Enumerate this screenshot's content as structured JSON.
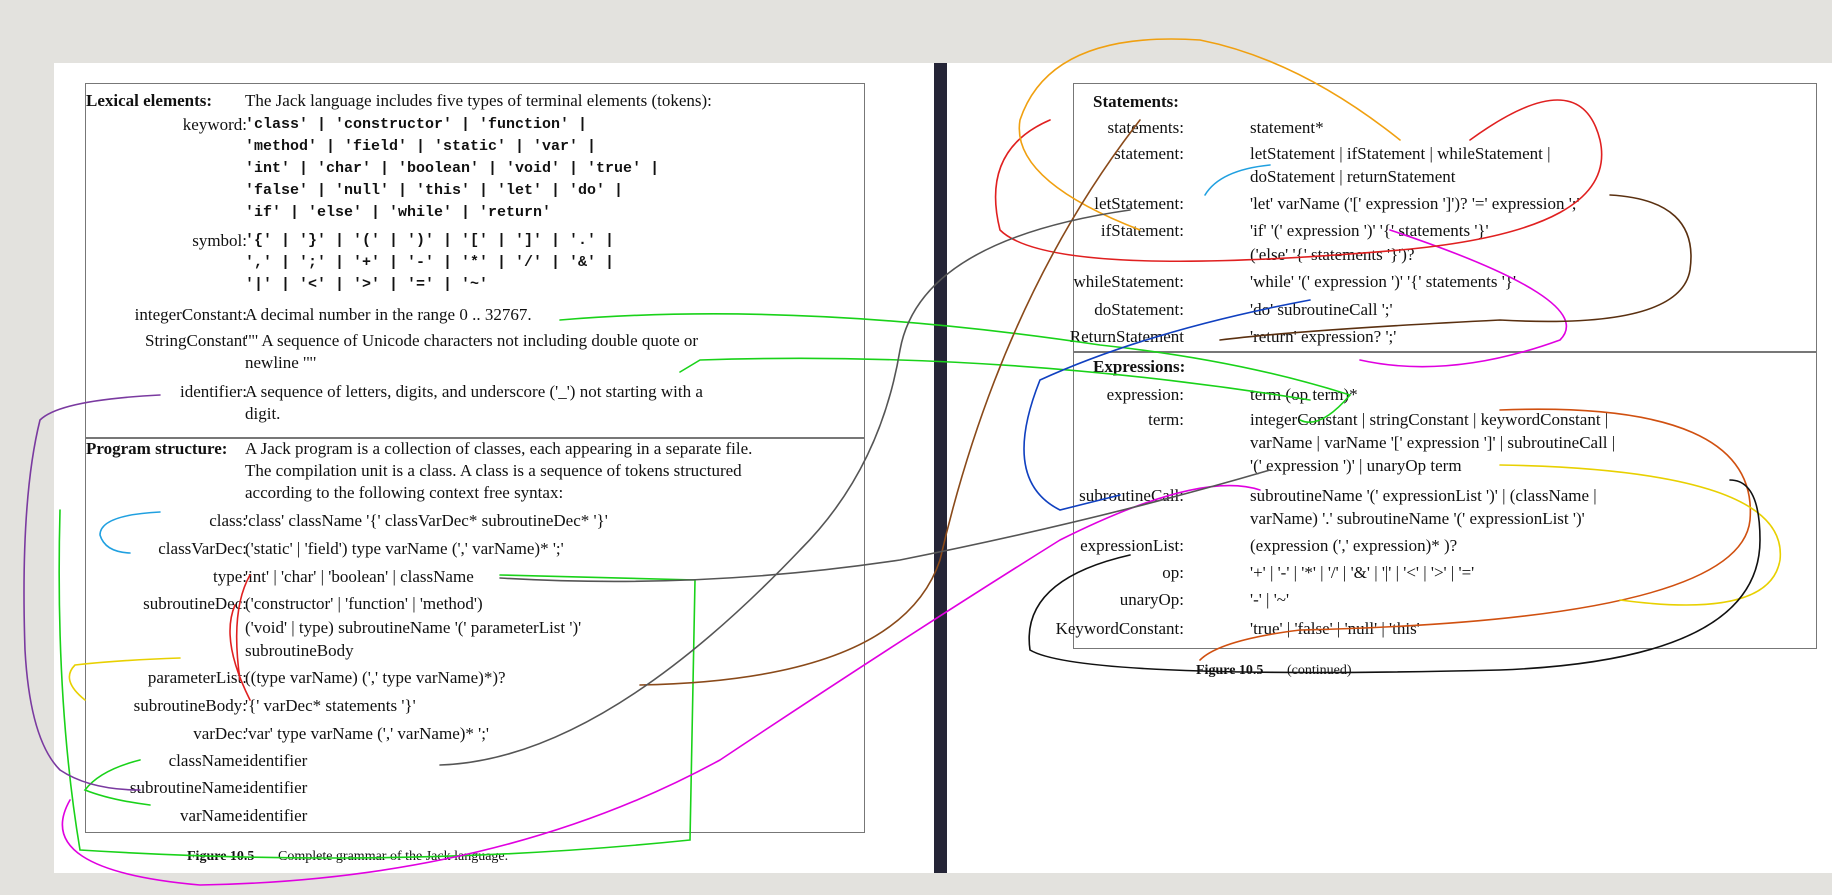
{
  "left": {
    "lexical": {
      "heading": "Lexical elements:",
      "intro": "The Jack language includes five types of terminal elements (tokens):",
      "rows": [
        {
          "label": "keyword:",
          "lines": [
            "'class' | 'constructor' | 'function' |",
            "'method' | 'field' | 'static' | 'var' |",
            "'int' | 'char' | 'boolean' | 'void' | 'true' |",
            "'false' | 'null' | 'this' | 'let' | 'do' |",
            "'if' | 'else' | 'while' | 'return'"
          ],
          "mono": true
        },
        {
          "label": "symbol:",
          "lines": [
            "'{' | '}' | '(' | ')' | '[' | ']' | '.' |",
            "',' | ';' | '+' | '-' | '*' | '/' | '&' |",
            "'|' | '<' | '>' | '=' | '~'"
          ],
          "mono": true
        },
        {
          "label": "integerConstant:",
          "lines": [
            "A decimal number in the range 0 .. 32767."
          ],
          "mono": false
        },
        {
          "label": "StringConstant",
          "lines": [
            "'\"' A sequence of Unicode characters not including double quote or",
            "newline '\"'"
          ],
          "mono": false
        },
        {
          "label": "identifier:",
          "lines": [
            "A sequence of letters, digits, and underscore ('_') not starting with a",
            "digit."
          ],
          "mono": false
        }
      ]
    },
    "program": {
      "heading": "Program structure:",
      "intro": [
        "A Jack program is a collection of classes, each appearing in a separate file.",
        "The compilation unit is a class. A class is a sequence of tokens structured",
        "according to the following context free syntax:"
      ],
      "rows": [
        {
          "label": "class:",
          "lines": [
            "'class' className '{' classVarDec* subroutineDec* '}'"
          ]
        },
        {
          "label": "classVarDec:",
          "lines": [
            "('static' | 'field') type varName (',' varName)* ';'"
          ]
        },
        {
          "label": "type:",
          "lines": [
            "'int' | 'char' | 'boolean' | className"
          ]
        },
        {
          "label": "subroutineDec:",
          "lines": [
            "('constructor' | 'function' | 'method')",
            "('void' | type) subroutineName '(' parameterList ')'",
            "subroutineBody"
          ]
        },
        {
          "label": "parameterList:",
          "lines": [
            "((type varName) (',' type varName)*)?"
          ]
        },
        {
          "label": "subroutineBody:",
          "lines": [
            "'{' varDec* statements '}'"
          ]
        },
        {
          "label": "varDec:",
          "lines": [
            "'var' type varName (',' varName)* ';'"
          ]
        },
        {
          "label": "className:",
          "lines": [
            "identifier"
          ]
        },
        {
          "label": "subroutineName:",
          "lines": [
            "identifier"
          ]
        },
        {
          "label": "varName:",
          "lines": [
            "identifier"
          ]
        }
      ]
    },
    "caption_num": "Figure 10.5",
    "caption_text": "Complete grammar of the Jack language."
  },
  "right": {
    "statements": {
      "heading": "Statements:",
      "rows": [
        {
          "label": "statements:",
          "lines": [
            "statement*"
          ]
        },
        {
          "label": "statement:",
          "lines": [
            "letStatement | ifStatement | whileStatement |",
            "doStatement | returnStatement"
          ]
        },
        {
          "label": "letStatement:",
          "lines": [
            "'let' varName ('[' expression ']')? '=' expression ';'"
          ]
        },
        {
          "label": "ifStatement:",
          "lines": [
            "'if' '(' expression ')' '{' statements '}'",
            "('else' '{' statements '}')?"
          ]
        },
        {
          "label": "whileStatement:",
          "lines": [
            "'while' '(' expression ')' '{' statements '}'"
          ]
        },
        {
          "label": "doStatement:",
          "lines": [
            "'do' subroutineCall ';'"
          ]
        },
        {
          "label": "ReturnStatement",
          "lines": [
            "'return' expression? ';'"
          ]
        }
      ]
    },
    "expressions": {
      "heading": "Expressions:",
      "rows": [
        {
          "label": "expression:",
          "lines": [
            "term (op term)*"
          ]
        },
        {
          "label": "term:",
          "lines": [
            "integerConstant | stringConstant | keywordConstant |",
            "varName | varName '[' expression ']' | subroutineCall |",
            "'(' expression ')' | unaryOp term"
          ]
        },
        {
          "label": "subroutineCall:",
          "lines": [
            "subroutineName '(' expressionList ')' | (className |",
            "varName) '.' subroutineName '(' expressionList ')'"
          ]
        },
        {
          "label": "expressionList:",
          "lines": [
            "(expression (',' expression)* )?"
          ]
        },
        {
          "label": "op:",
          "lines": [
            "'+' | '-' | '*' | '/' | '&' | '|' | '<' | '>' | '='"
          ]
        },
        {
          "label": "unaryOp:",
          "lines": [
            "'-' | '~'"
          ]
        },
        {
          "label": "KeywordConstant:",
          "lines": [
            "'true' | 'false' | 'null' | 'this'"
          ]
        }
      ]
    },
    "caption_num": "Figure 10.5",
    "caption_text": "(continued)"
  },
  "ink_colors": {
    "green": "#19d219",
    "magenta": "#e000e0",
    "red": "#e02020",
    "blue": "#1040c0",
    "orange": "#f07010",
    "yellow": "#e8d000",
    "brown": "#8a4a1a",
    "purple": "#7a3aa0",
    "gray": "#555555",
    "black": "#111111",
    "cyan": "#20a0e0"
  }
}
